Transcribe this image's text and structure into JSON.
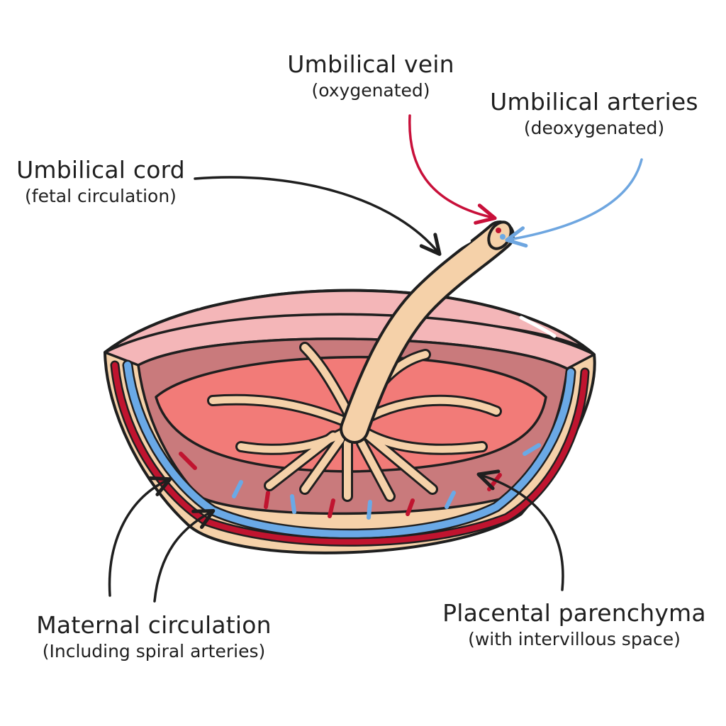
{
  "labels": {
    "umbilical_vein": {
      "title": "Umbilical vein",
      "subtitle": "(oxygenated)"
    },
    "umbilical_arteries": {
      "title": "Umbilical arteries",
      "subtitle": "(deoxygenated)"
    },
    "umbilical_cord": {
      "title": "Umbilical cord",
      "subtitle": "(fetal circulation)"
    },
    "maternal_circulation": {
      "title": "Maternal circulation",
      "subtitle": "(Including spiral arteries)"
    },
    "placental_parenchyma": {
      "title": "Placental parenchyma",
      "subtitle": "(with intervillous space)"
    }
  },
  "colors": {
    "outline": "#1f1f1f",
    "outer_layer": "#f4b6b8",
    "inner_wall": "#c97a7c",
    "intervillous": "#f27b78",
    "tissue": "#f5d1a9",
    "artery_red": "#c0142f",
    "vein_blue": "#6aa9e6",
    "arrow_vein": "#c8103a",
    "arrow_arteries": "#6ea6e0"
  }
}
